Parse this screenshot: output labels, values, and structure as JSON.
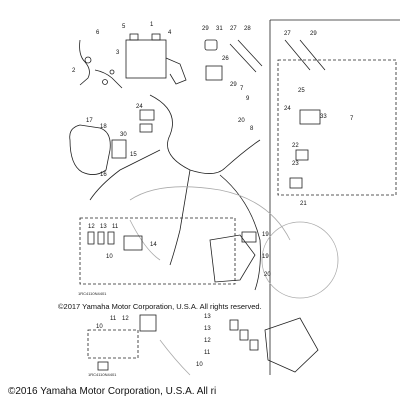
{
  "copyright_main": "©2017 Yamaha Motor Corporation, U.S.A. All rights reserved.",
  "copyright_bottom": "©2016 Yamaha Motor Corporation, U.S.A. All ri",
  "part_codes": [
    "1RC4110N4401",
    "1RC4110N4401"
  ],
  "callouts_top_left": [
    "6",
    "5",
    "1",
    "4",
    "3",
    "2"
  ],
  "callouts_top_mid": [
    "29",
    "31",
    "27",
    "28",
    "26",
    "29"
  ],
  "callouts_right_panel": [
    "27",
    "29",
    "7",
    "33",
    "22",
    "23",
    "21",
    "24",
    "25"
  ],
  "callouts_left": [
    "17",
    "18",
    "30",
    "16",
    "15",
    "19",
    "24",
    "20",
    "7",
    "9",
    "8"
  ],
  "callouts_lower": [
    "12",
    "13",
    "11",
    "10",
    "14",
    "19",
    "20",
    "11",
    "12",
    "10",
    "13",
    "13",
    "12",
    "11",
    "10"
  ]
}
